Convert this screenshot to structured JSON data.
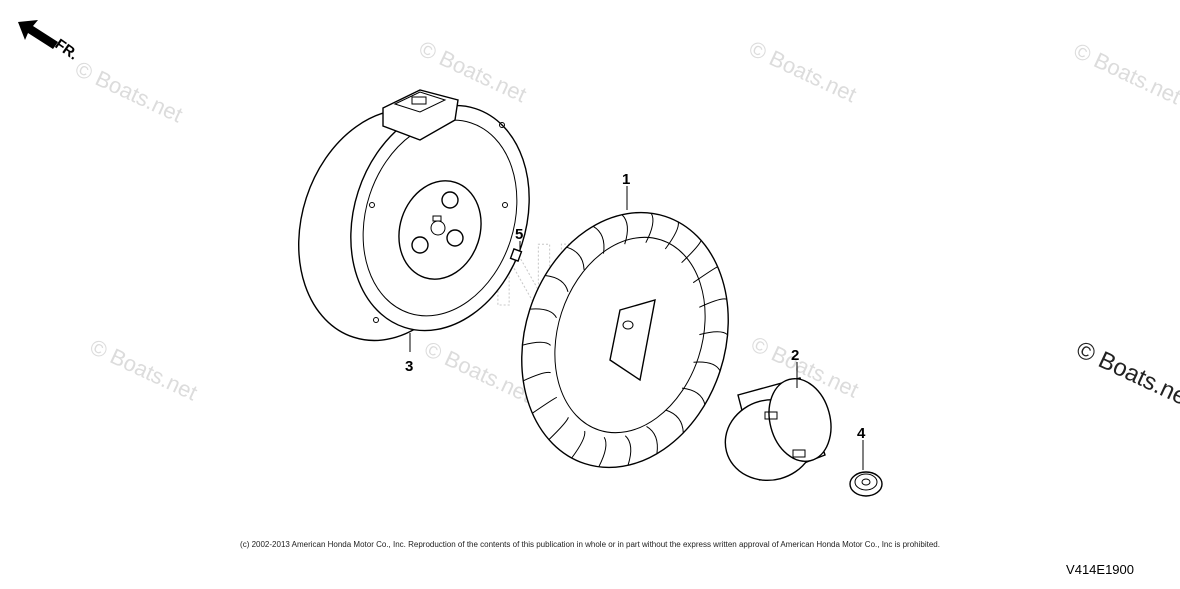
{
  "orientation": {
    "label": "FR."
  },
  "watermark": {
    "text": "© Boats.net",
    "brand": "HONDA"
  },
  "callouts": [
    {
      "id": "1",
      "label": "1"
    },
    {
      "id": "2",
      "label": "2"
    },
    {
      "id": "3",
      "label": "3"
    },
    {
      "id": "4",
      "label": "4"
    },
    {
      "id": "5",
      "label": "5"
    }
  ],
  "parts": {
    "1": "fan-cooling",
    "2": "pulley-starter",
    "3": "flywheel",
    "4": "nut-flange",
    "5": "key-woodruff"
  },
  "footer": {
    "copyright": "(c) 2002-2013 American Honda Motor Co., Inc. Reproduction of the contents of this publication in whole or in part without the express written approval of American Honda Motor Co., Inc is prohibited.",
    "diagram_code": "V414E1900"
  },
  "colors": {
    "ink": "#000000",
    "watermark": "#dcdcdc"
  }
}
